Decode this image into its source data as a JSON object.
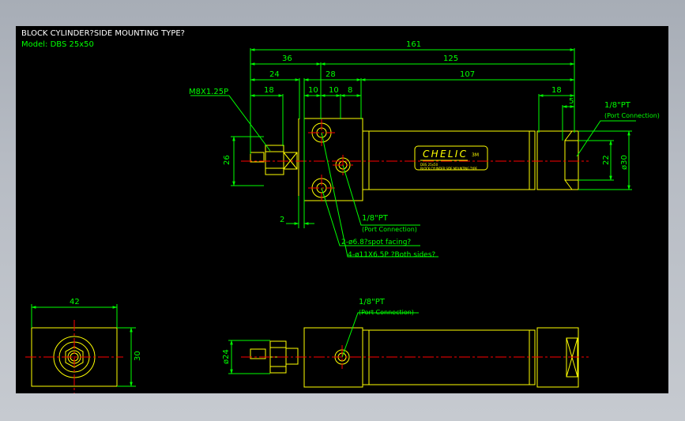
{
  "title": "BLOCK CYLINDER?SIDE MOUNTING TYPE?",
  "model": "Model: DBS 25x50",
  "colors": {
    "background": "#000000",
    "outline": "#ffff00",
    "dimension": "#00ff00",
    "centerline": "#ff0000",
    "title_text": "#ffffff",
    "model_text": "#00ff00"
  },
  "dimensions": {
    "total_length": "161",
    "d36": "36",
    "d125": "125",
    "d24": "24",
    "d28": "28",
    "d107": "107",
    "d18_left": "18",
    "d10a": "10",
    "d10b": "10",
    "d8": "8",
    "d18_right": "18",
    "d5": "5",
    "d26": "26",
    "d22": "22",
    "d30_dia": "ø30",
    "d2": "2",
    "d42": "42",
    "d30": "30",
    "d24_dia": "ø24"
  },
  "labels": {
    "thread": "M8X1.25P",
    "port_right": "1/8\"PT",
    "port_right_sub": "(Port Connection)",
    "port_bottom": "1/8\"PT",
    "port_bottom_sub": "(Port Connection)",
    "port_lower": "1/8\"PT",
    "port_lower_sub": "(Port Connection)",
    "hole1": "2-ø6.8?spot facing?",
    "hole2": "4-ø11X6.5P ?Both sides?",
    "brand": "CHELIC",
    "brand_suffix": "3M",
    "plate_line1": "DBS 25x50",
    "plate_line2": "BLOCK CYLINDER SIDE MOUNTING TYPE"
  }
}
